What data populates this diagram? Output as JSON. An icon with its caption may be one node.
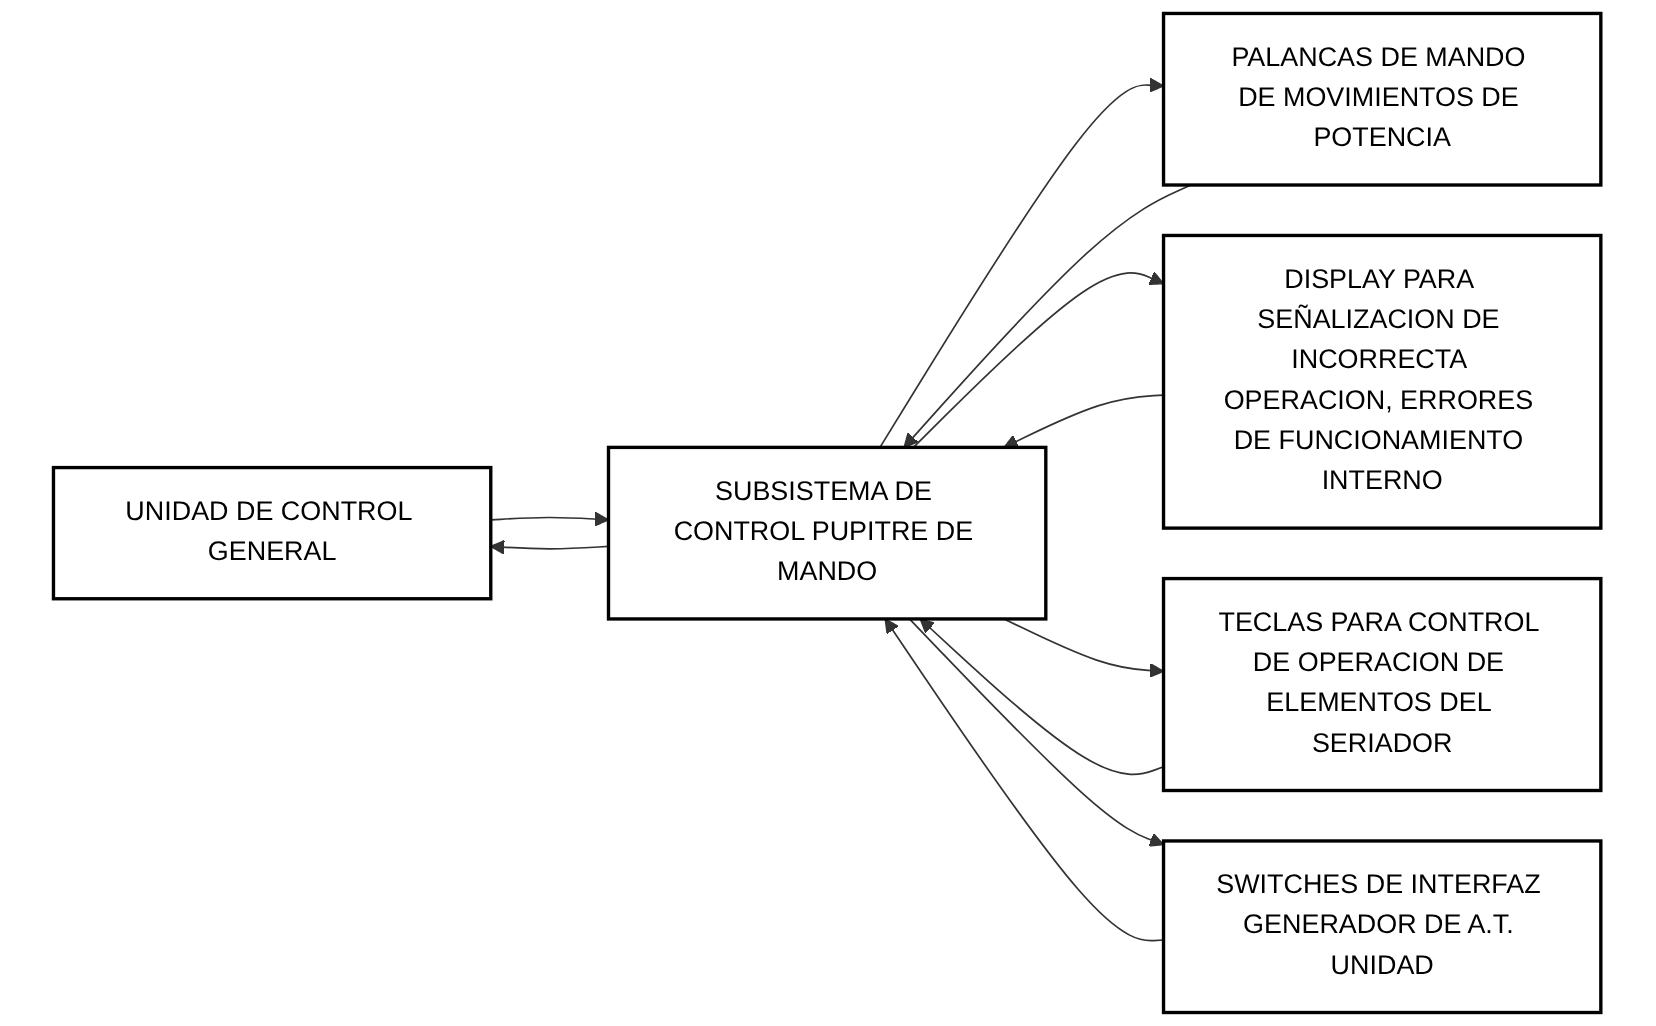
{
  "diagram": {
    "nodes": [
      {
        "text": [
          "PALANCAS DE MANDO DE MOVIMIENTOS DE POTENCIA"
        ]
      },
      {
        "text": [
          "DISPLAY PARA SEÑALIZACION DE INCORRECTA OPERACION, ERRORES DE FUNCIONAMIENTO INTERNO"
        ]
      },
      {
        "text": [
          "UNIDAD DE CONTROL GENERAL"
        ]
      },
      {
        "text": [
          "SUBSISTEMA DE CONTROL PUPITRE DE MANDO"
        ]
      },
      {
        "text": [
          "TECLAS PARA CONTROL DE OPERACION DE ELEMENTOS DEL SERIADOR"
        ]
      },
      {
        "text": [
          "SWITCHES DE INTERFAZ GENERADOR DE A.T. UNIDAD"
        ]
      }
    ],
    "edges": [
      {
        "from": 3,
        "to": 0,
        "arrow": "to"
      },
      {
        "from": 0,
        "to": 3,
        "arrow": "to"
      },
      {
        "from": 3,
        "to": 1,
        "arrow": "to"
      },
      {
        "from": 1,
        "to": 3,
        "arrow": "to"
      },
      {
        "from": 3,
        "to": 2,
        "arrow": "to"
      },
      {
        "from": 2,
        "to": 3,
        "arrow": "to"
      },
      {
        "from": 4,
        "to": 3,
        "arrow": "to"
      },
      {
        "from": 3,
        "to": 4,
        "arrow": "to"
      },
      {
        "from": 5,
        "to": 3,
        "arrow": "to"
      },
      {
        "from": 3,
        "to": 5,
        "arrow": "to"
      }
    ]
  }
}
